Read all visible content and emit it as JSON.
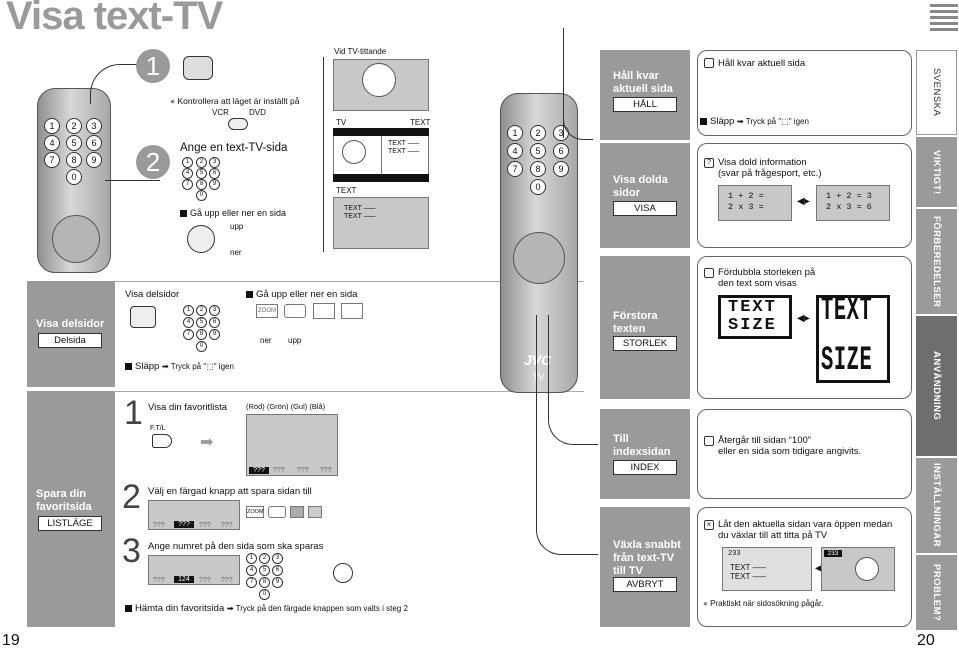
{
  "title": "Visa text-TV",
  "page_left": "19",
  "page_right": "20",
  "side_tabs": [
    "SVENSKA",
    "VIKTIGT!",
    "FÖRBEREDELSER",
    "ANVÄNDNING",
    "INSTÄLLNINGAR",
    "PROBLEM?"
  ],
  "left": {
    "visa_delsidor": {
      "label": "Visa delsidor",
      "box": "Delsida"
    },
    "spara": {
      "label": "Spara din favoritsida",
      "box": "LISTLÄGE"
    },
    "step1_note": "Kontrollera att läget är inställt på",
    "vcr": "VCR",
    "dvd": "DVD",
    "step2_title": "Ange en text-TV-sida",
    "step2_sub": "Gå upp eller ner en sida",
    "upp": "upp",
    "ner": "ner",
    "vid_tv": "Vid TV-tittande",
    "tv": "TV",
    "text": "TEXT",
    "text_dash": "TEXT –––",
    "visa_delsidor_head": "Visa delsidor",
    "ga_upp": "Gå upp eller ner en sida",
    "zoom": "ZOOM",
    "slapp": "Släpp",
    "tryck_pa": "Tryck på \"",
    "igen": "\" igen",
    "fav1": "Visa din favoritlista",
    "colors": "(Röd) (Grön) (Gul) (Blå)",
    "ftl": "F.T/L",
    "q": "???",
    "fav2": "Välj en färgad knapp att spara sidan till",
    "fav3": "Ange numret på den sida som ska sparas",
    "fav3_num": "124",
    "hamta": "Hämta din favoritsida",
    "hamta_sub": "Tryck på den färgade knappen som valts i steg 2",
    "jvc": "JVC",
    "tvlogo": "TV"
  },
  "right": {
    "hall": {
      "label": "Håll kvar aktuell sida",
      "box": "HÅLL",
      "desc": "Håll kvar aktuell sida",
      "release": "Släpp",
      "release2": "Tryck på \"",
      "release3": "\" igen"
    },
    "dolda": {
      "label": "Visa dolda sidor",
      "box": "VISA",
      "desc1": "Visa dold information",
      "desc2": "(svar på frågesport, etc.)",
      "q1a": "1 + 2 =",
      "q1b": "2 x 3 =",
      "q2a": "1 + 2 = 3",
      "q2b": "2 x 3 = 6"
    },
    "storlek": {
      "label": "Förstora texten",
      "box": "STORLEK",
      "desc1": "Fördubbla storleken på",
      "desc2": "den text som visas",
      "t1": "TEXT",
      "t2": "SIZE"
    },
    "index": {
      "label": "Till indexsidan",
      "box": "INDEX",
      "desc1": "Återgår till sidan “100”",
      "desc2": "eller en sida som tidigare angivits."
    },
    "avbryt": {
      "label": "Växla snabbt från text-TV till TV",
      "box": "AVBRYT",
      "desc1": "Låt den aktuella sidan vara öppen medan",
      "desc2": "du växlar till att titta på TV",
      "p": "233",
      "t": "TEXT –––",
      "note": "Praktiskt när sidosökning pågår."
    }
  }
}
